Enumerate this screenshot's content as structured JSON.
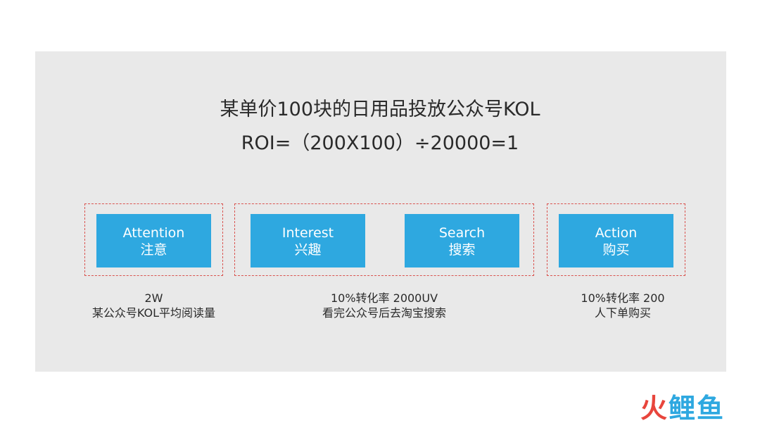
{
  "header": {
    "title_line1": "某单价100块的日用品投放公众号KOL",
    "title_line2": "ROI=（200X100）÷20000=1"
  },
  "stages": [
    {
      "en": "Attention",
      "zh": "注意"
    },
    {
      "en": "Interest",
      "zh": "兴趣"
    },
    {
      "en": "Search",
      "zh": "搜索"
    },
    {
      "en": "Action",
      "zh": "购买"
    }
  ],
  "captions": [
    {
      "line1": "2W",
      "line2": "某公众号KOL平均阅读量"
    },
    {
      "line1": "10%转化率 2000UV",
      "line2": "看完公众号后去淘宝搜索"
    },
    {
      "line1": "10%转化率 200",
      "line2": "人下单购买"
    }
  ],
  "watermark": {
    "chars": [
      "火",
      "鲤",
      "鱼"
    ]
  },
  "colors": {
    "panel_bg": "#e9e9e9",
    "stage_box": "#2ea8e0",
    "group_border": "#d9534f",
    "text": "#2a2a2a"
  }
}
